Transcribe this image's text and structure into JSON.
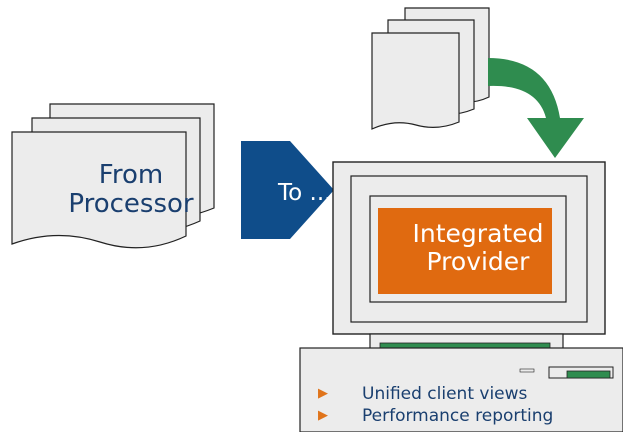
{
  "colors": {
    "page_fill": "#ececec",
    "stroke": "#222222",
    "arrow_blue": "#0f4d8a",
    "arrow_green": "#2f8c4f",
    "screen_orange": "#e06a10",
    "text_blue": "#1a3f6f",
    "bullet_orange": "#e0741b"
  },
  "labels": {
    "from": "From\nProcessor",
    "to": "To ...",
    "integrated": "Integrated\nProvider"
  },
  "bullets": [
    {
      "icon": "triangle-bullet-icon",
      "text": "Unified client views"
    },
    {
      "icon": "triangle-bullet-icon",
      "text": "Performance reporting"
    }
  ],
  "icons": {
    "from_documents": "document-stack-icon",
    "incoming_documents": "document-stack-icon",
    "to_arrow": "chevron-arrow-icon",
    "curved_arrow": "curved-arrow-icon",
    "computer": "computer-monitor-icon"
  }
}
